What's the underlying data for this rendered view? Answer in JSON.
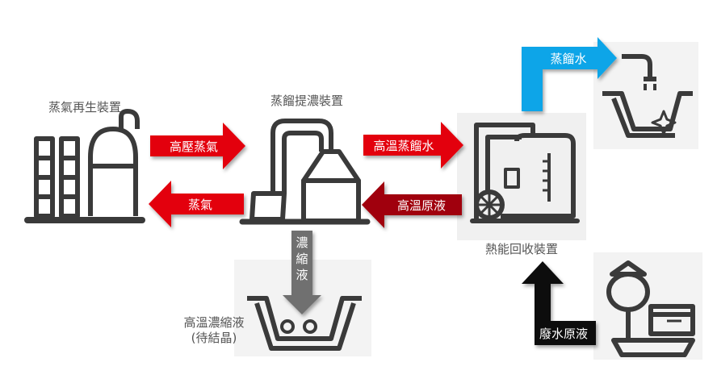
{
  "units": {
    "regen": "蒸氣再生裝置",
    "distill": "蒸餾提濃裝置",
    "heat_recovery": "熱能回收裝置",
    "concentrate_line1": "高溫濃縮液",
    "concentrate_line2": "(待結晶)"
  },
  "flows": {
    "high_pressure_steam": "高壓蒸氣",
    "steam": "蒸氣",
    "hot_distilled_water": "高溫蒸餾水",
    "hot_raw_liquid": "高溫原液",
    "distilled_water": "蒸餾水",
    "wastewater": "廢水原液",
    "concentrate_chars": [
      "濃",
      "縮",
      "液"
    ]
  },
  "colors": {
    "red_arrow": "#e3000f",
    "dark_red_arrow": "#a0000c",
    "blue_arrow": "#0aa5e8",
    "black_arrow": "#111111",
    "gray_arrow": "#6f6f6f",
    "icon_stroke": "#3a3a3a",
    "label_text": "#555555"
  },
  "icons": [
    "tower-icon",
    "distillation-icon",
    "heat-recovery-tank-icon",
    "tap-basin-icon",
    "concentrate-basin-icon",
    "water-tower-icon"
  ]
}
